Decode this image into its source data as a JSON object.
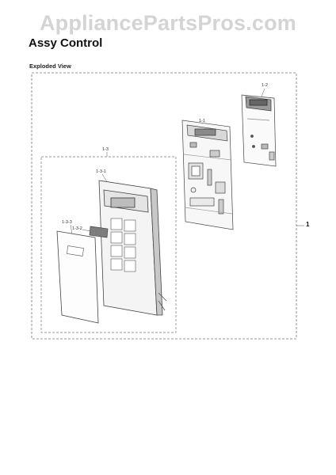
{
  "watermark": "AppliancePartsPros.com",
  "title": "Assy Control",
  "view_label": "Exploded View",
  "callouts": {
    "assembly": "1",
    "main_board": "1-1",
    "display_board": "1-2",
    "front_panel_group": "1-3",
    "front_panel": "1-3-1",
    "window": "1-3-2",
    "membrane": "1-3-3"
  }
}
